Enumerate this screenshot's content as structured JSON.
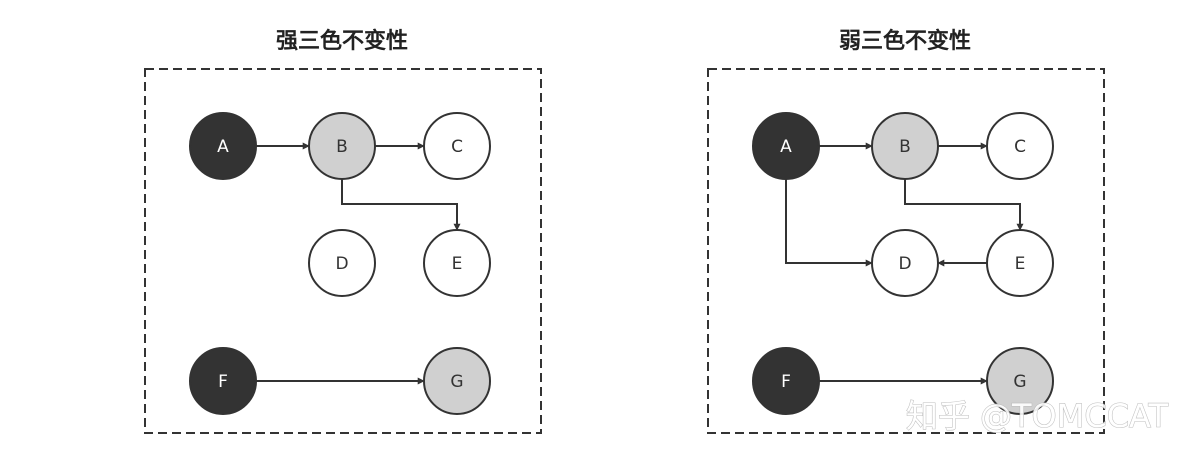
{
  "colors": {
    "black_node": "#333333",
    "gray_node": "#d0d0d0",
    "white_node": "#ffffff",
    "stroke": "#333333",
    "edge": "#333333"
  },
  "panels": [
    {
      "id": "strong",
      "title": "强三色不变性",
      "nodes": [
        {
          "id": "A",
          "label": "A",
          "color": "black"
        },
        {
          "id": "B",
          "label": "B",
          "color": "gray"
        },
        {
          "id": "C",
          "label": "C",
          "color": "white"
        },
        {
          "id": "D",
          "label": "D",
          "color": "white"
        },
        {
          "id": "E",
          "label": "E",
          "color": "white"
        },
        {
          "id": "F",
          "label": "F",
          "color": "black"
        },
        {
          "id": "G",
          "label": "G",
          "color": "gray"
        }
      ],
      "edges": [
        {
          "from": "A",
          "to": "B"
        },
        {
          "from": "B",
          "to": "C"
        },
        {
          "from": "B",
          "to": "E"
        },
        {
          "from": "F",
          "to": "G"
        }
      ]
    },
    {
      "id": "weak",
      "title": "弱三色不变性",
      "nodes": [
        {
          "id": "A",
          "label": "A",
          "color": "black"
        },
        {
          "id": "B",
          "label": "B",
          "color": "gray"
        },
        {
          "id": "C",
          "label": "C",
          "color": "white"
        },
        {
          "id": "D",
          "label": "D",
          "color": "white"
        },
        {
          "id": "E",
          "label": "E",
          "color": "white"
        },
        {
          "id": "F",
          "label": "F",
          "color": "black"
        },
        {
          "id": "G",
          "label": "G",
          "color": "gray"
        }
      ],
      "edges": [
        {
          "from": "A",
          "to": "B"
        },
        {
          "from": "B",
          "to": "C"
        },
        {
          "from": "B",
          "to": "E"
        },
        {
          "from": "A",
          "to": "D"
        },
        {
          "from": "E",
          "to": "D"
        },
        {
          "from": "F",
          "to": "G"
        }
      ]
    }
  ],
  "watermark": "知乎 @TOMCCAT"
}
